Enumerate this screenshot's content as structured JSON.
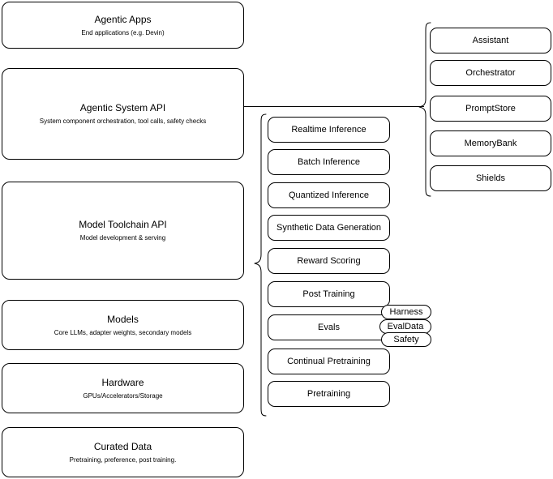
{
  "diagram": {
    "title": "Llama Stack layered architecture diagram",
    "stroke_color": "#000000",
    "background_color": "#ffffff"
  },
  "layers": [
    {
      "name": "agentic-apps",
      "title": "Agentic Apps",
      "subtitle": "End applications (e.g. Devin)"
    },
    {
      "name": "agentic-system-api",
      "title": "Agentic System API",
      "subtitle": "System component orchestration, tool calls, safety checks"
    },
    {
      "name": "model-toolchain-api",
      "title": "Model Toolchain API",
      "subtitle": "Model development & serving"
    },
    {
      "name": "models",
      "title": "Models",
      "subtitle": "Core LLMs, adapter weights, secondary models"
    },
    {
      "name": "hardware",
      "title": "Hardware",
      "subtitle": "GPUs/Accelerators/Storage"
    },
    {
      "name": "curated-data",
      "title": "Curated Data",
      "subtitle": "Pretraining, preference, post training."
    }
  ],
  "toolchain_items": [
    {
      "name": "realtime-inference",
      "label": "Realtime Inference"
    },
    {
      "name": "batch-inference",
      "label": "Batch Inference"
    },
    {
      "name": "quantized-inference",
      "label": "Quantized Inference"
    },
    {
      "name": "synthetic-data-generation",
      "label": "Synthetic Data Generation"
    },
    {
      "name": "reward-scoring",
      "label": "Reward Scoring"
    },
    {
      "name": "post-training",
      "label": "Post Training"
    },
    {
      "name": "evals",
      "label": "Evals"
    },
    {
      "name": "continual-pretraining",
      "label": "Continual Pretraining"
    },
    {
      "name": "pretraining",
      "label": "Pretraining"
    }
  ],
  "eval_tags": [
    {
      "name": "harness",
      "label": "Harness"
    },
    {
      "name": "evaldata",
      "label": "EvalData"
    },
    {
      "name": "safety",
      "label": "Safety"
    }
  ],
  "agentic_system_items": [
    {
      "name": "assistant",
      "label": "Assistant"
    },
    {
      "name": "orchestrator",
      "label": "Orchestrator"
    },
    {
      "name": "promptstore",
      "label": "PromptStore"
    },
    {
      "name": "memorybank",
      "label": "MemoryBank"
    },
    {
      "name": "shields",
      "label": "Shields"
    }
  ]
}
